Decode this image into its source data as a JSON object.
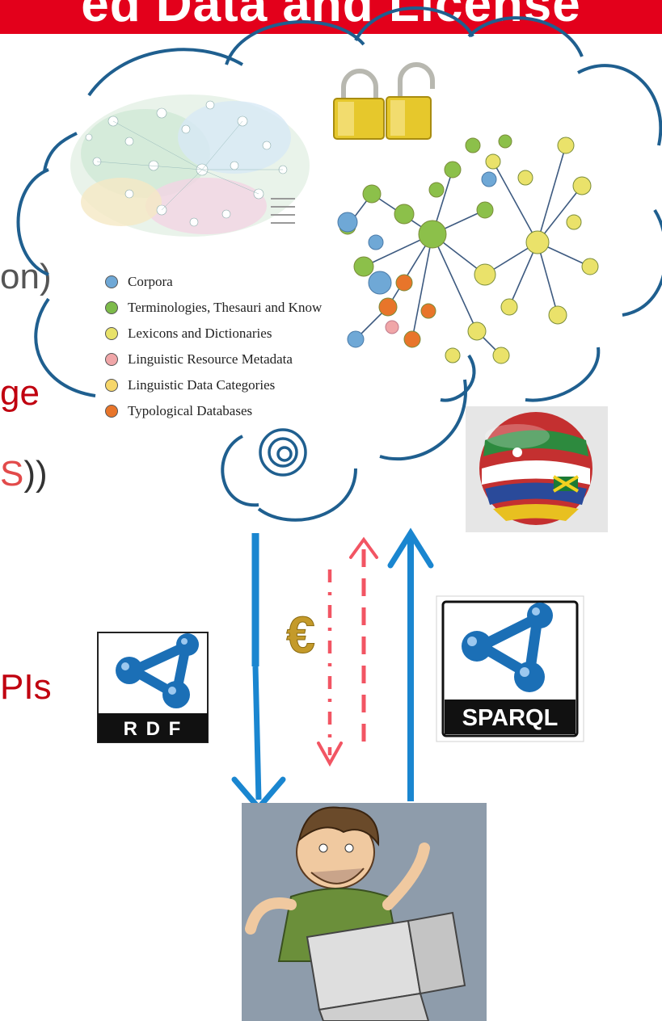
{
  "title": "ed Data and License",
  "left_fragments": {
    "frag1": "on)",
    "frag2": "ge",
    "frag3a": "S",
    "frag3b": "))",
    "frag4": "PIs"
  },
  "legend": {
    "items": [
      {
        "label": "Corpora",
        "color": "#6fa8d6"
      },
      {
        "label": "Terminologies, Thesauri and Know",
        "color": "#7dbb4a"
      },
      {
        "label": "Lexicons and Dictionaries",
        "color": "#e8e26a"
      },
      {
        "label": "Linguistic Resource Metadata",
        "color": "#f0a6a8"
      },
      {
        "label": "Linguistic Data Categories",
        "color": "#f6d66a"
      },
      {
        "label": "Typological Databases",
        "color": "#e8752a"
      }
    ]
  },
  "rdf_logo": {
    "label": "R D F"
  },
  "sparql_logo": {
    "label": "SPARQL"
  },
  "euro_symbol": "€",
  "colors": {
    "banner": "#e3001b",
    "cloud_outline": "#1f5f8f",
    "arrow_blue": "#1a86d0",
    "arrow_dashed": "#f25563",
    "logo_blue": "#1b6fb6",
    "text_red": "#c0000f"
  }
}
